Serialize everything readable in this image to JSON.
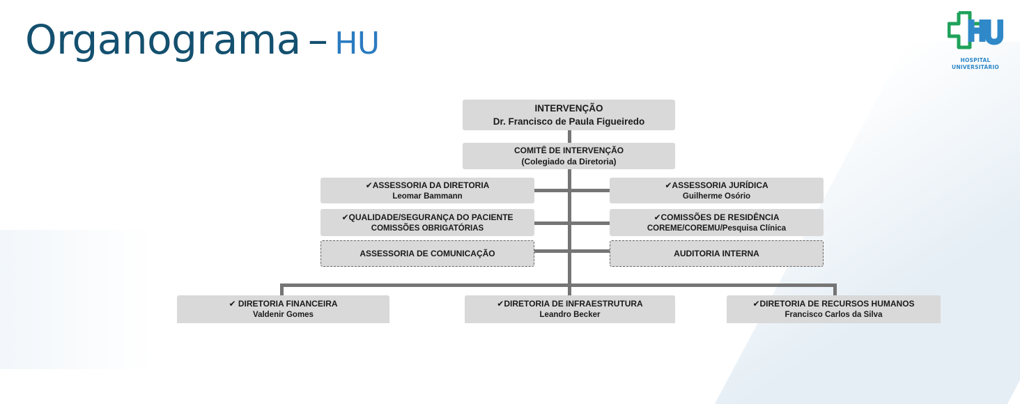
{
  "header": {
    "title": "Organograma",
    "dash": "–",
    "subtitle": "HU"
  },
  "logo": {
    "letters": "HU",
    "line1": "HOSPITAL",
    "line2": "UNIVERSITÁRIO",
    "colors": {
      "green": "#1fa25a",
      "blue": "#2f88c8"
    }
  },
  "check": "✔",
  "org": {
    "top": {
      "title": "INTERVENÇÃO",
      "name": "Dr. Francisco de Paula Figueiredo"
    },
    "committee": {
      "title": "COMITÊ DE INTERVENÇÃO",
      "subtitle": "(Colegiado da Diretoria)"
    },
    "advisory_left": [
      {
        "title": "ASSESSORIA DA DIRETORIA",
        "subtitle": "Leomar Bammann",
        "checked": true
      },
      {
        "title": "QUALIDADE/SEGURANÇA DO PACIENTE",
        "subtitle": "COMISSÕES OBRIGATÓRIAS",
        "checked": true
      },
      {
        "title": "ASSESSORIA DE COMUNICAÇÃO",
        "dashed": true
      }
    ],
    "advisory_right": [
      {
        "title": "ASSESSORIA  JURÍDICA",
        "subtitle": "Guilherme Osório",
        "checked": true
      },
      {
        "title": "COMISSÕES DE RESIDÊNCIA",
        "subtitle": "COREME/COREMU/Pesquisa Clínica",
        "checked": true
      },
      {
        "title": "AUDITORIA INTERNA",
        "dashed": true
      }
    ],
    "directorates": [
      {
        "title": " DIRETORIA  FINANCEIRA",
        "name": "Valdenir Gomes",
        "checked": true
      },
      {
        "title": "DIRETORIA DE INFRAESTRUTURA",
        "name": "Leandro Becker",
        "checked": true
      },
      {
        "title": "DIRETORIA DE RECURSOS HUMANOS",
        "name": "Francisco Carlos da Silva",
        "checked": true
      }
    ]
  }
}
